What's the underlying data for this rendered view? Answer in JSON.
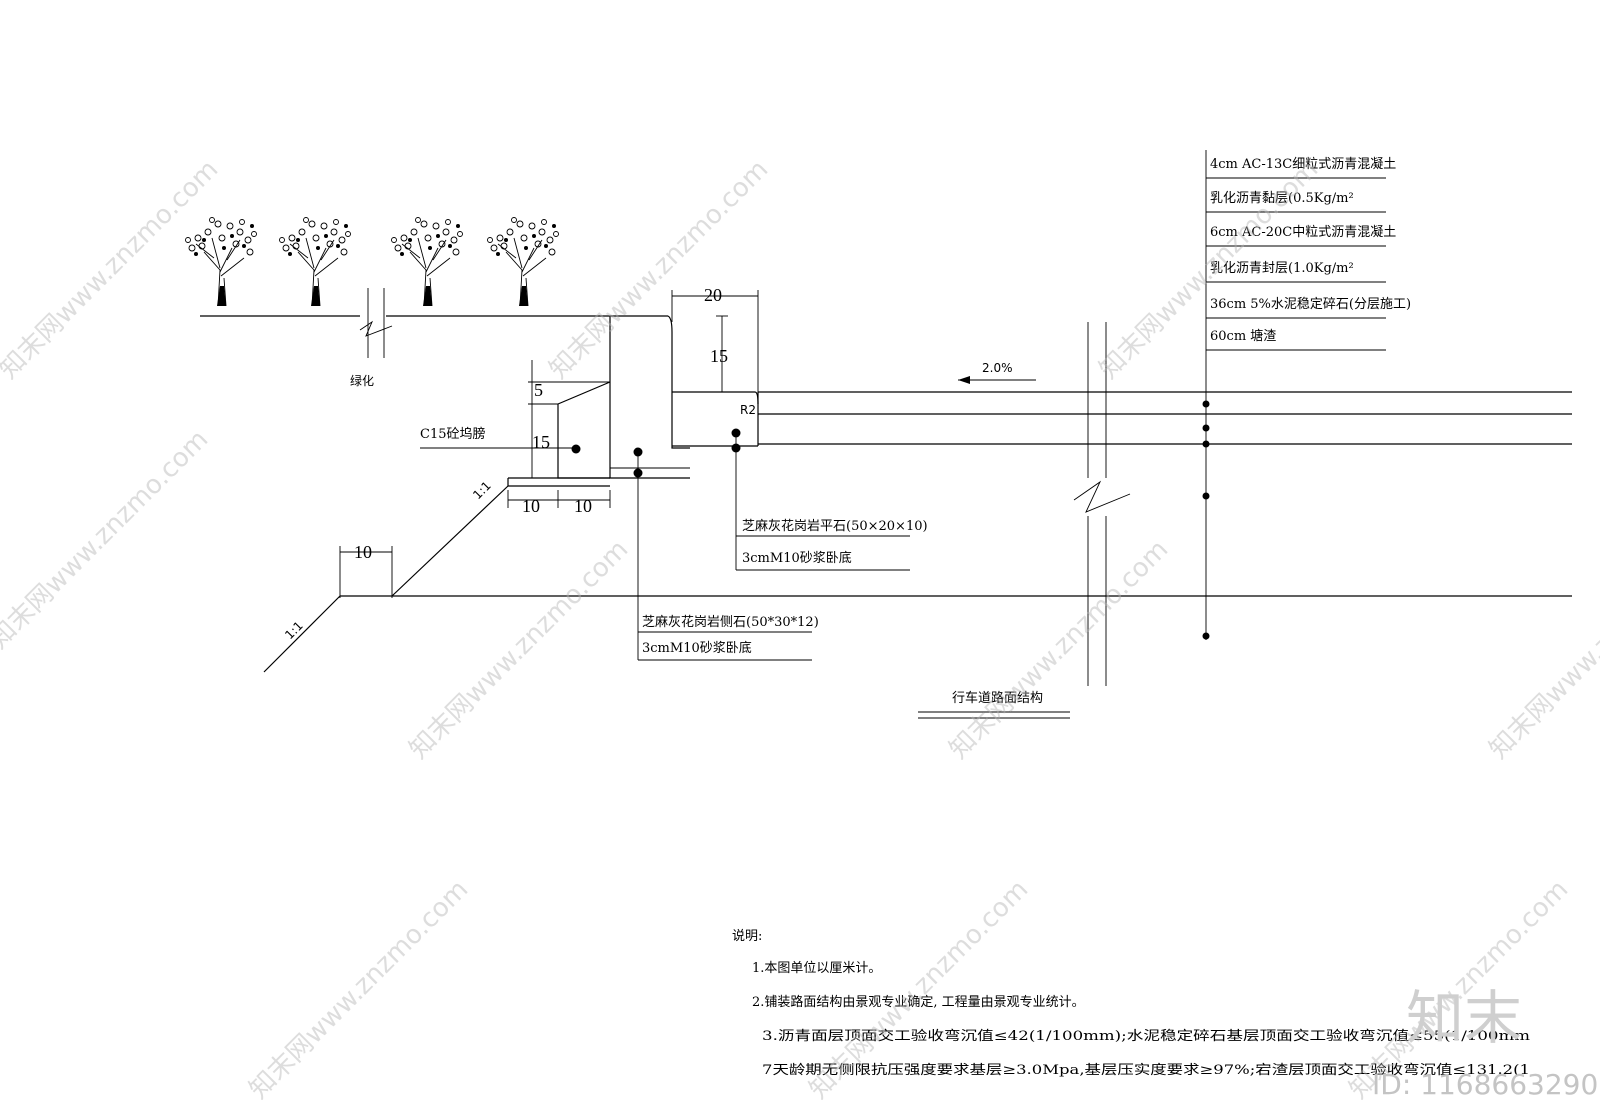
{
  "layers": [
    "4cm AC-13C细粒式沥青混凝土",
    "乳化沥青黏层(0.5Kg/m²",
    "6cm AC-20C中粒式沥青混凝土",
    "乳化沥青封层(1.0Kg/m²",
    "36cm 5%水泥稳定碎石(分层施工)",
    "60cm 塘渣"
  ],
  "labels": {
    "greening": "绿化",
    "c15": "C15砼坞膀",
    "slope_upper": "1:1",
    "slope_lower": "1:1",
    "slope_grade": "2.0%",
    "radius": "R2",
    "section_title": "行车道路面结构"
  },
  "dimensions": {
    "curb_width": "20",
    "curb_height": "15",
    "haunch_top": "5",
    "haunch_height": "15",
    "haunch_bottom_a": "10",
    "haunch_bottom_b": "10",
    "berm_width": "10"
  },
  "callouts": {
    "flat_stone": "芝麻灰花岗岩平石(50×20×10)",
    "flat_stone_bed": "3cmM10砂浆卧底",
    "side_stone": "芝麻灰花岗岩侧石(50*30*12)",
    "side_stone_bed": "3cmM10砂浆卧底"
  },
  "notes": {
    "heading": "说明:",
    "items": [
      "1.本图单位以厘米计。",
      "2.铺装路面结构由景观专业确定, 工程量由景观专业统计。",
      "3.沥青面层顶面交工验收弯沉值≤42(1/100mm);水泥稳定碎石基层顶面交工验收弯沉值≤55(1/100mm",
      "7天龄期无侧限抗压强度要求基层≥3.0Mpa,基层压实度要求≥97%;宕渣层顶面交工验收弯沉值≤131.2(1"
    ]
  },
  "watermark": {
    "text": "知末网www.znzmo.com",
    "brand": "知末",
    "id": "ID: 1168663290"
  }
}
